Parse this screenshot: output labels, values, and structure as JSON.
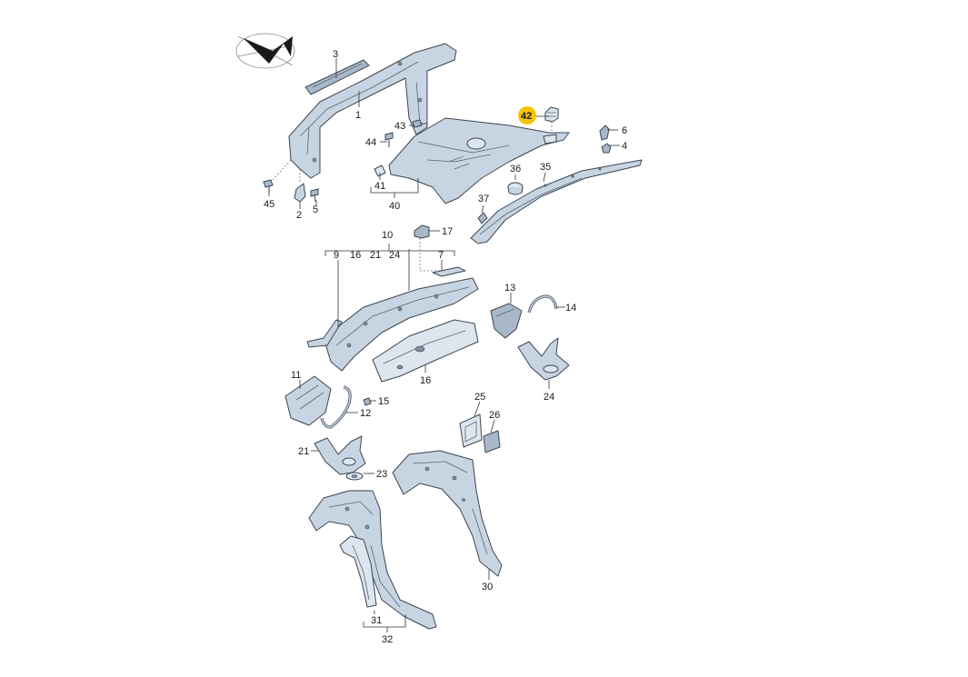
{
  "labels": {
    "l1": "1",
    "l2": "2",
    "l3": "3",
    "l4": "4",
    "l5": "5",
    "l6": "6",
    "l7": "7",
    "l9": "9",
    "l10": "10",
    "l11": "11",
    "l12": "12",
    "l13": "13",
    "l14": "14",
    "l15": "15",
    "l16a": "16",
    "l16b": "16",
    "l17": "17",
    "l21a": "21",
    "l21b": "21",
    "l23": "23",
    "l24a": "24",
    "l24b": "24",
    "l25": "25",
    "l26": "26",
    "l30": "30",
    "l31": "31",
    "l32": "32",
    "l35": "35",
    "l36": "36",
    "l37": "37",
    "l40": "40",
    "l41": "41",
    "l42": "42",
    "l43": "43",
    "l44": "44",
    "l45": "45"
  },
  "colors": {
    "highlight": "#f5c400",
    "part_fill": "#c7d4e1",
    "part_stroke": "#3c4652"
  },
  "icons": {
    "orientation": "car-orientation-icon"
  }
}
